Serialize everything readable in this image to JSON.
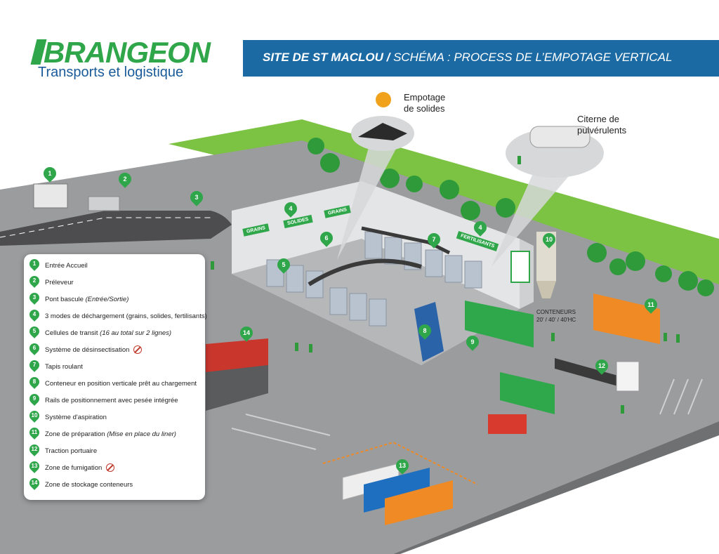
{
  "logo": {
    "brand": "BRANGEON",
    "subtitle": "Transports et logistique"
  },
  "banner": {
    "site": "SITE DE ST MACLOU /",
    "title": " SCHÉMA : PROCESS DE L’EMPOTAGE VERTICAL"
  },
  "callouts": {
    "solids": "Empotage\nde solides",
    "tanker": "Citerne de\npulvérulents"
  },
  "wall_signs": {
    "grains": "GRAINS",
    "solides": "SOLIDES",
    "fertilisants": "FERTILISANTS"
  },
  "containers_label": {
    "line1": "CONTENEURS",
    "line2": "20' / 40' / 40'HC"
  },
  "legend": [
    {
      "n": "1",
      "label": "Entrée Accueil"
    },
    {
      "n": "2",
      "label": "Préleveur"
    },
    {
      "n": "3",
      "label": "Pont bascule",
      "note": "(Entrée/Sortie)"
    },
    {
      "n": "4",
      "label": "3 modes de déchargement (grains, solides, fertilisants)"
    },
    {
      "n": "5",
      "label": "Cellules de transit",
      "note": "(16 au total sur 2 lignes)"
    },
    {
      "n": "6",
      "label": "Système de désinsectisation",
      "icon": "no-insect-icon"
    },
    {
      "n": "7",
      "label": "Tapis roulant"
    },
    {
      "n": "8",
      "label": "Conteneur en position verticale prêt au chargement"
    },
    {
      "n": "9",
      "label": "Rails de positionnement avec pesée intégrée"
    },
    {
      "n": "10",
      "label": "Système d'aspiration"
    },
    {
      "n": "11",
      "label": "Zone de préparation",
      "note": "(Mise en place du liner)"
    },
    {
      "n": "12",
      "label": "Traction portuaire"
    },
    {
      "n": "13",
      "label": "Zone de fumigation",
      "icon": "no-insect-icon"
    },
    {
      "n": "14",
      "label": "Zone de stockage conteneurs"
    }
  ],
  "map_pins": [
    "1",
    "2",
    "3",
    "4",
    "4",
    "5",
    "6",
    "7",
    "8",
    "9",
    "10",
    "11",
    "12",
    "13",
    "14"
  ],
  "colors": {
    "green": "#2fa64a",
    "blue": "#1b6aa3",
    "road": "#4b4b4d",
    "ground": "#9a9b9d"
  }
}
